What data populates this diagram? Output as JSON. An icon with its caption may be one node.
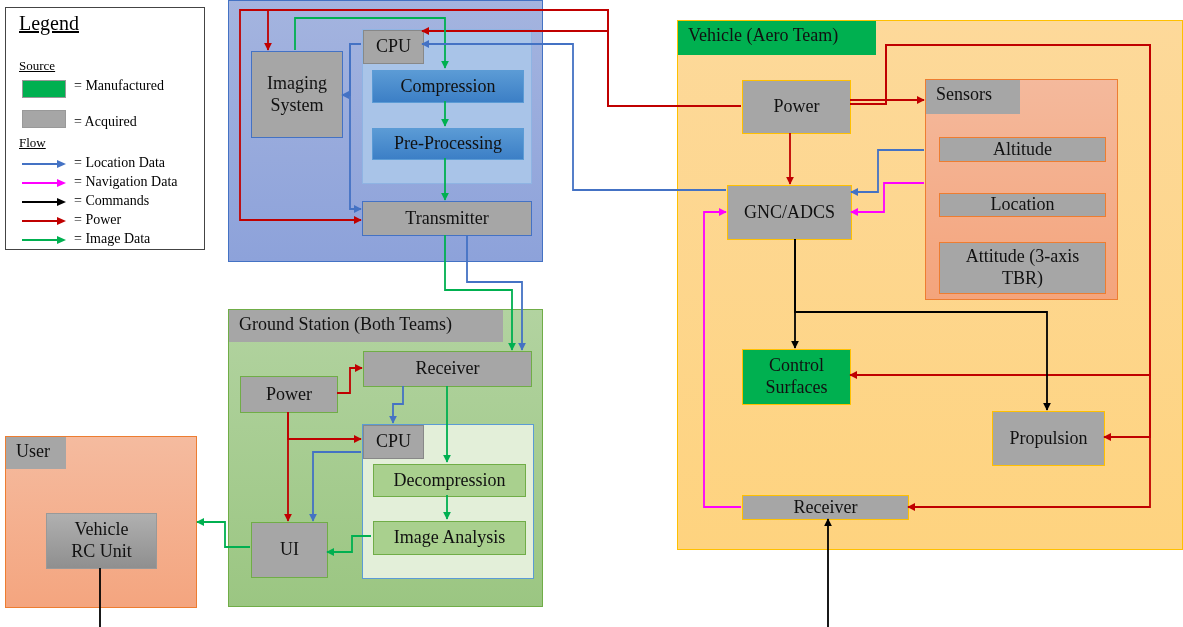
{
  "diagram": {
    "nodes": [
      {
        "text": [],
        "shape": "box"
      },
      {
        "text": [
          "Imaging System"
        ],
        "in": 0
      },
      {
        "text": [],
        "shape": "box",
        "in": 0
      },
      {
        "text": [
          "CPU"
        ],
        "in": 2
      },
      {
        "text": [
          "Compression"
        ],
        "in": 2
      },
      {
        "text": [
          "Pre-Processing"
        ],
        "in": 2
      },
      {
        "text": [
          "Transmitter"
        ],
        "in": 0
      },
      {
        "text": [
          "Vehicle (Aero Team)"
        ]
      },
      {
        "text": [
          "Power"
        ],
        "in": 7
      },
      {
        "text": [
          "Sensors"
        ],
        "in": 7
      },
      {
        "text": [
          "Altitude"
        ],
        "in": 9
      },
      {
        "text": [
          "Location"
        ],
        "in": 9
      },
      {
        "text": [
          "Attitude (3-axis TBR)"
        ],
        "in": 9
      },
      {
        "text": [
          "GNC/ADCS"
        ],
        "in": 7
      },
      {
        "text": [
          "Control Surfaces"
        ],
        "in": 7
      },
      {
        "text": [
          "Propulsion"
        ],
        "in": 7
      },
      {
        "text": [
          "Receiver"
        ],
        "in": 7
      },
      {
        "text": [
          "Ground Station (Both Teams)"
        ]
      },
      {
        "text": [
          "Power"
        ],
        "in": 17
      },
      {
        "text": [
          "Receiver"
        ],
        "in": 17
      },
      {
        "text": [],
        "shape": "box",
        "in": 17
      },
      {
        "text": [
          "CPU"
        ],
        "in": 20
      },
      {
        "text": [
          "Decompression"
        ],
        "in": 20
      },
      {
        "text": [
          "Image Analysis"
        ],
        "in": 20
      },
      {
        "text": [
          "UI"
        ],
        "in": 17
      },
      {
        "text": [
          "User"
        ]
      },
      {
        "text": [
          "Vehicle RC Unit"
        ],
        "in": 25
      }
    ],
    "edges": [
      {
        "from": 8,
        "to": 1,
        "arrow": "to"
      },
      {
        "from": 8,
        "to": 6,
        "arrow": "to"
      },
      {
        "from": 8,
        "to": 3,
        "arrow": "to"
      },
      {
        "from": 1,
        "to": 4,
        "arrow": "to",
        "color": "#00b050"
      },
      {
        "from": 4,
        "to": 5,
        "arrow": "to",
        "color": "#00b050"
      },
      {
        "from": 5,
        "to": 6,
        "arrow": "to",
        "color": "#00b050"
      },
      {
        "from": 13,
        "to": 3,
        "arrow": "to",
        "color": "#4472c4"
      },
      {
        "from": 3,
        "to": 1,
        "arrow": "to",
        "color": "#4472c4"
      },
      {
        "from": 3,
        "to": 6,
        "arrow": "to",
        "color": "#4472c4"
      },
      {
        "from": 6,
        "to": 19,
        "arrow": "to",
        "color": "#00b050"
      },
      {
        "from": 6,
        "to": 19,
        "arrow": "to",
        "color": "#4472c4"
      },
      {
        "from": 8,
        "to": 9,
        "arrow": "to"
      },
      {
        "from": 8,
        "to": 14,
        "arrow": "to"
      },
      {
        "from": 8,
        "to": 15,
        "arrow": "to"
      },
      {
        "from": 8,
        "to": 16,
        "arrow": "to"
      },
      {
        "from": 8,
        "to": 13,
        "arrow": "to"
      },
      {
        "from": 9,
        "to": 13,
        "arrow": "to",
        "color": "#4472c4"
      },
      {
        "from": 9,
        "to": 13,
        "arrow": "to",
        "color": "#ff00ff"
      },
      {
        "from": 13,
        "to": 14,
        "arrow": "to",
        "color": "#000000"
      },
      {
        "from": 13,
        "to": 15,
        "arrow": "to",
        "color": "#000000"
      },
      {
        "from": 16,
        "to": 13,
        "arrow": "to",
        "color": "#ff00ff"
      },
      {
        "from": null,
        "to": 16,
        "arrow": "to",
        "color": "#000000"
      },
      {
        "from": 26,
        "to": null,
        "arrow": "none",
        "color": "#000000"
      },
      {
        "from": 18,
        "to": 19,
        "arrow": "to"
      },
      {
        "from": 18,
        "to": 21,
        "arrow": "to"
      },
      {
        "from": 18,
        "to": 24,
        "arrow": "to"
      },
      {
        "from": 19,
        "to": 21,
        "arrow": "to",
        "color": "#4472c4"
      },
      {
        "from": 19,
        "to": 22,
        "arrow": "to",
        "color": "#00b050"
      },
      {
        "from": 21,
        "to": 24,
        "arrow": "to",
        "color": "#4472c4"
      },
      {
        "from": 22,
        "to": 23,
        "arrow": "to",
        "color": "#00b050"
      },
      {
        "from": 23,
        "to": 24,
        "arrow": "to",
        "color": "#00b050"
      },
      {
        "from": 24,
        "to": 25,
        "arrow": "to",
        "color": "#00b050"
      }
    ],
    "labels": [
      "Legend",
      "Source",
      "Flow"
    ],
    "legend": [
      {
        "text": "= Manufactured",
        "color": "#00b050"
      },
      {
        "text": "= Acquired",
        "color": "#a6a6a6"
      },
      {
        "text": "= Location Data"
      },
      {
        "text": "= Navigation Data"
      },
      {
        "text": "= Commands"
      },
      {
        "text": "= Power"
      },
      {
        "text": "= Image Data"
      }
    ]
  }
}
